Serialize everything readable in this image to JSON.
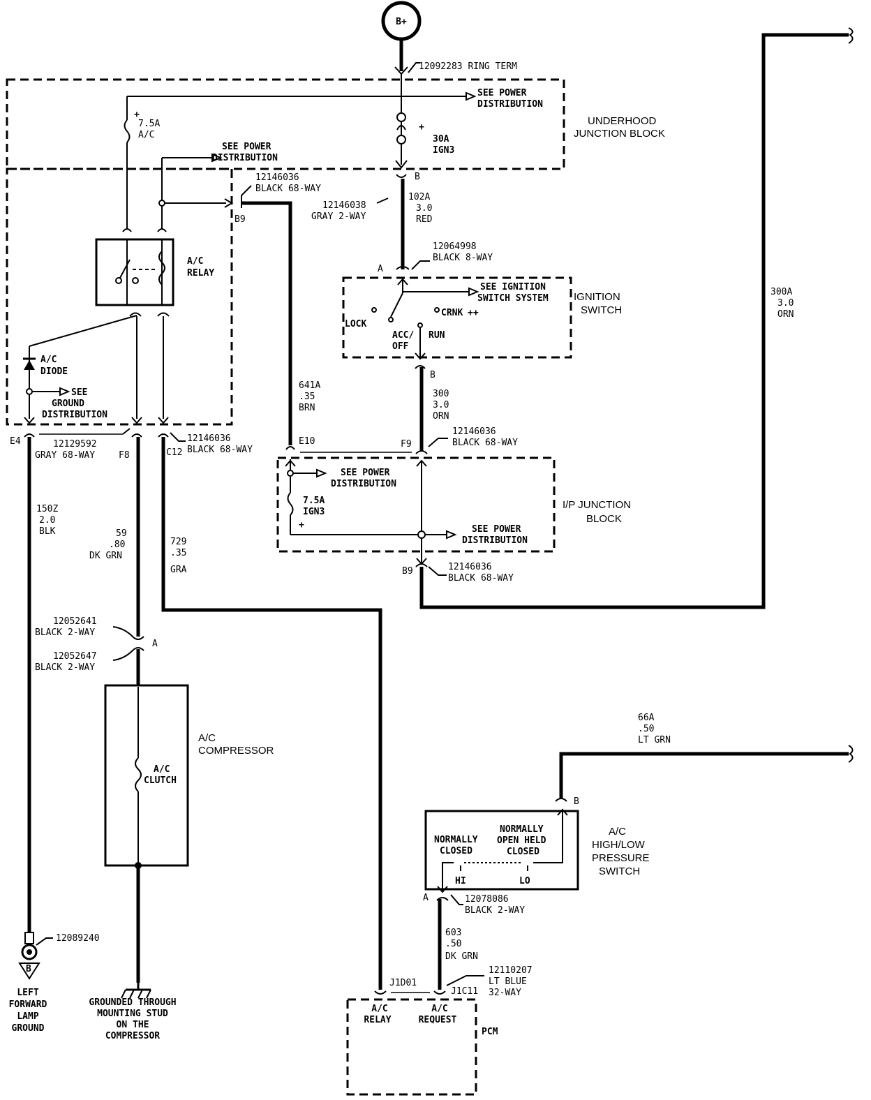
{
  "battery": {
    "label": "B+"
  },
  "ring_term": "12092283 RING TERM",
  "underhood": {
    "line1": "UNDERHOOD",
    "line2": "JUNCTION BLOCK",
    "see_power_1a": "SEE POWER",
    "see_power_1b": "DISTRIBUTION",
    "see_power_2a": "SEE POWER",
    "see_power_2b": "DISTRIBUTION",
    "fuse_ac_amp": "7.5A",
    "fuse_ac_name": "A/C",
    "fuse_ign_amp": "30A",
    "fuse_ign_name": "IGN3",
    "pin_b": "B"
  },
  "relay": {
    "line1": "A/C",
    "line2": "RELAY"
  },
  "diode": {
    "line1": "A/C",
    "line2": "DIODE"
  },
  "see_ground": {
    "line1": "SEE",
    "line2": "GROUND",
    "line3": "DISTRIBUTION"
  },
  "conn_black68_top": {
    "num": "12146036",
    "desc": "BLACK 68-WAY",
    "pin": "B9"
  },
  "conn_gray2": {
    "num": "12146038",
    "desc": "GRAY 2-WAY"
  },
  "wire_102a": {
    "circuit": "102A",
    "size": "3.0",
    "color": "RED"
  },
  "conn_black8": {
    "num": "12064998",
    "desc": "BLACK 8-WAY",
    "pin": "A"
  },
  "ignition": {
    "line1": "IGNITION",
    "line2": "SWITCH",
    "see1": "SEE IGNITION",
    "see2": "SWITCH SYSTEM",
    "crnk": "CRNK",
    "lock": "LOCK",
    "acc": "ACC/",
    "off": "OFF",
    "run": "RUN",
    "pin_b": "B"
  },
  "wire_300": {
    "circuit": "300",
    "size": "3.0",
    "color": "ORN"
  },
  "wire_300a": {
    "circuit": "300A",
    "size": "3.0",
    "color": "ORN"
  },
  "wire_641a": {
    "circuit": "641A",
    "size": ".35",
    "color": "BRN"
  },
  "conn_black68_f9": {
    "pin_e10": "E10",
    "pin_f9": "F9",
    "num": "12146036",
    "desc": "BLACK 68-WAY"
  },
  "ip_block": {
    "line1": "I/P JUNCTION",
    "line2": "BLOCK",
    "see_power_1a": "SEE POWER",
    "see_power_1b": "DISTRIBUTION",
    "see_power_2a": "SEE POWER",
    "see_power_2b": "DISTRIBUTION",
    "fuse_amp": "7.5A",
    "fuse_name": "IGN3"
  },
  "conn_black68_b9": {
    "pin": "B9",
    "num": "12146036",
    "desc": "BLACK 68-WAY"
  },
  "conn_gray68": {
    "pin_e4": "E4",
    "num": "12129592",
    "desc": "GRAY 68-WAY",
    "pin_f8": "F8"
  },
  "conn_black68_c12": {
    "pin": "C12",
    "num": "12146036",
    "desc": "BLACK 68-WAY"
  },
  "wire_150z": {
    "circuit": "150Z",
    "size": "2.0",
    "color": "BLK"
  },
  "wire_59": {
    "circuit": "59",
    "size": ".80",
    "color": "DK GRN"
  },
  "wire_729": {
    "circuit": "729",
    "size": ".35",
    "color": "GRA"
  },
  "conn_2way_a": {
    "num": "12052641",
    "desc": "BLACK 2-WAY"
  },
  "conn_2way_b": {
    "num": "12052647",
    "desc": "BLACK 2-WAY",
    "pin": "A"
  },
  "compressor": {
    "line1": "A/C",
    "line2": "COMPRESSOR",
    "clutch1": "A/C",
    "clutch2": "CLUTCH"
  },
  "ground_left": {
    "num": "12089240",
    "line1": "LEFT",
    "line2": "FORWARD",
    "line3": "LAMP",
    "line4": "GROUND"
  },
  "ground_comp": {
    "line1": "GROUNDED THROUGH",
    "line2": "MOUNTING STUD",
    "line3": "ON THE",
    "line4": "COMPRESSOR"
  },
  "wire_66a": {
    "circuit": "66A",
    "size": ".50",
    "color": "LT GRN"
  },
  "pressure": {
    "line1": "A/C",
    "line2": "HIGH/LOW",
    "line3": "PRESSURE",
    "line4": "SWITCH",
    "nc1": "NORMALLY",
    "nc2": "CLOSED",
    "no1": "NORMALLY",
    "no2": "OPEN HELD",
    "no3": "CLOSED",
    "hi": "HI",
    "lo": "LO",
    "pin_a": "A",
    "pin_b": "B"
  },
  "conn_black2": {
    "num": "12078086",
    "desc": "BLACK 2-WAY"
  },
  "wire_603": {
    "circuit": "603",
    "size": ".50",
    "color": "DK GRN"
  },
  "conn_ltblue": {
    "num": "12110207",
    "desc1": "LT BLUE",
    "desc2": "32-WAY",
    "pin_j1c11": "J1C11",
    "pin_j1d01": "J1D01"
  },
  "pcm": {
    "label": "PCM",
    "relay1": "A/C",
    "relay2": "RELAY",
    "req1": "A/C",
    "req2": "REQUEST"
  }
}
